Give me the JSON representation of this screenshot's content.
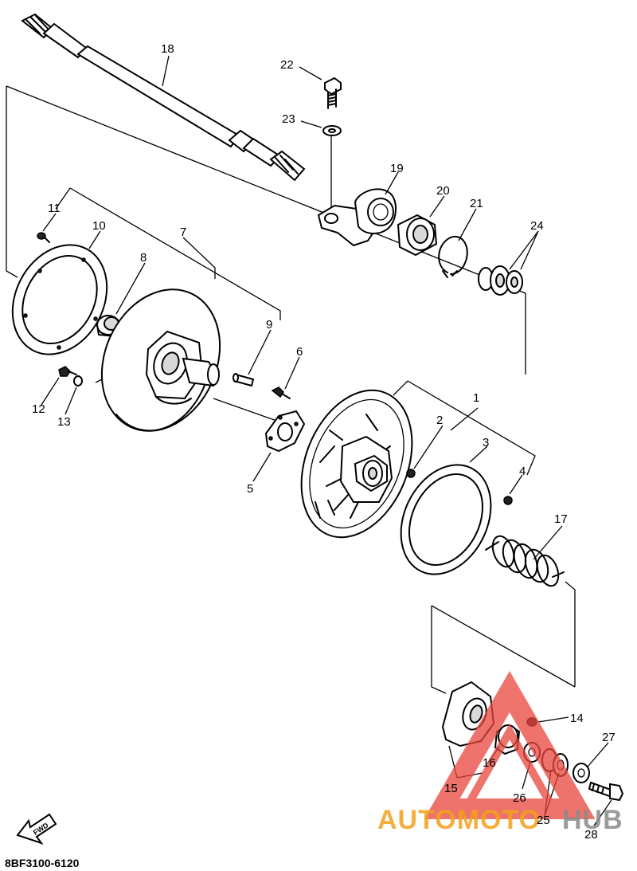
{
  "diagram": {
    "part_code": "8BF3100-6120",
    "fwd_label": "FWD",
    "labels": {
      "l1": "1",
      "l2": "2",
      "l3": "3",
      "l4": "4",
      "l5": "5",
      "l6": "6",
      "l7": "7",
      "l8": "8",
      "l9": "9",
      "l10": "10",
      "l11": "11",
      "l12": "12",
      "l13": "13",
      "l14": "14",
      "l15": "15",
      "l16": "16",
      "l17": "17",
      "l18": "18",
      "l19": "19",
      "l20": "20",
      "l21": "21",
      "l22": "22",
      "l23": "23",
      "l24": "24",
      "l25": "25",
      "l26": "26",
      "l27": "27",
      "l28": "28"
    }
  },
  "watermark": {
    "text_auto": "AUTOMOTO",
    "text_hub": "HUB",
    "colors": {
      "red": "#e8453c",
      "orange": "#f4a11d",
      "gray": "#8a8a8a"
    }
  }
}
